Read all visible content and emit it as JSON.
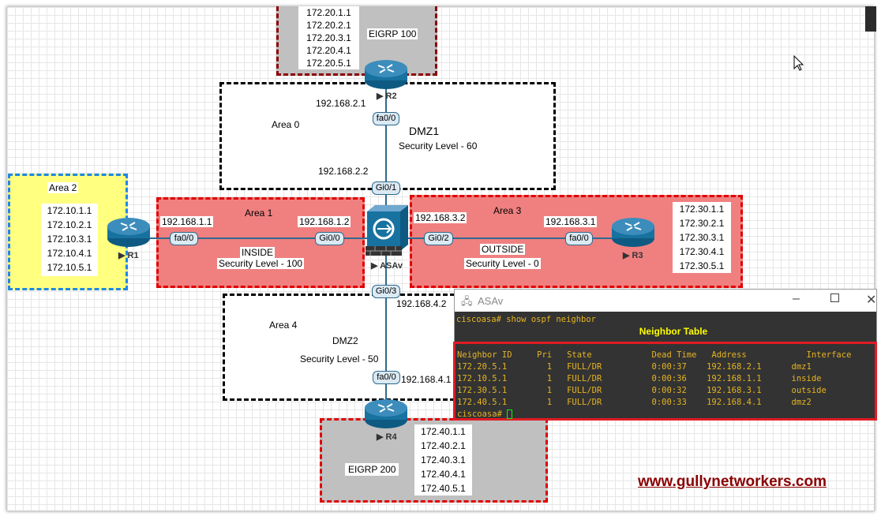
{
  "eigrp100": {
    "label": "EIGRP 100",
    "networks": [
      "172.20.1.1",
      "172.20.2.1",
      "172.20.3.1",
      "172.20.4.1",
      "172.20.5.1"
    ]
  },
  "eigrp200": {
    "label": "EIGRP 200",
    "networks": [
      "172.40.1.1",
      "172.40.2.1",
      "172.40.3.1",
      "172.40.4.1",
      "172.40.5.1"
    ]
  },
  "area0": {
    "label": "Area 0",
    "zone": "DMZ1",
    "security": "Security Level - 60",
    "ip_r2": "192.168.2.1",
    "ip_asa": "192.168.2.2",
    "if_r2": "fa0/0",
    "if_asa": "Gi0/1"
  },
  "area1": {
    "label": "Area 1",
    "zone": "INSIDE",
    "security": "Security Level - 100",
    "ip_r1": "192.168.1.1",
    "ip_asa": "192.168.1.2",
    "if_r1": "fa0/0",
    "if_asa": "Gi0/0"
  },
  "area2": {
    "label": "Area 2",
    "networks": [
      "172.10.1.1",
      "172.10.2.1",
      "172.10.3.1",
      "172.10.4.1",
      "172.10.5.1"
    ]
  },
  "area3": {
    "label": "Area 3",
    "zone": "OUTSIDE",
    "security": "Security Level - 0",
    "ip_asa": "192.168.3.2",
    "ip_r3": "192.168.3.1",
    "if_asa": "Gi0/2",
    "if_r3": "fa0/0",
    "networks": [
      "172.30.1.1",
      "172.30.2.1",
      "172.30.3.1",
      "172.30.4.1",
      "172.30.5.1"
    ]
  },
  "area4": {
    "label": "Area 4",
    "zone": "DMZ2",
    "security": "Security Level - 50",
    "ip_asa": "192.168.4.2",
    "ip_r4": "192.168.4.1",
    "if_asa": "Gi0/3",
    "if_r4": "fa0/0"
  },
  "devices": {
    "r1": "R1",
    "r2": "R2",
    "r3": "R3",
    "r4": "R4",
    "asa": "ASAv"
  },
  "watermark": "www.gullynetworkers.com",
  "terminal": {
    "title": "ASAv",
    "command": "ciscoasa# show ospf neighbor",
    "banner": "Neighbor Table",
    "headers": [
      "Neighbor ID",
      "Pri",
      "State",
      "Dead Time",
      "Address",
      "Interface"
    ],
    "rows": [
      [
        "172.20.5.1",
        "1",
        "FULL/DR",
        "0:00:37",
        "192.168.2.1",
        "dmz1"
      ],
      [
        "172.10.5.1",
        "1",
        "FULL/DR",
        "0:00:36",
        "192.168.1.1",
        "inside"
      ],
      [
        "172.30.5.1",
        "1",
        "FULL/DR",
        "0:00:32",
        "192.168.3.1",
        "outside"
      ],
      [
        "172.40.5.1",
        "1",
        "FULL/DR",
        "0:00:33",
        "192.168.4.1",
        "dmz2"
      ]
    ],
    "prompt": "ciscoasa#"
  },
  "colors": {
    "area_red": "#f08080",
    "area_yellow": "#ffff80",
    "eigrp_gray": "#c0c0c0",
    "terminal_bg": "#333333",
    "terminal_text": "#e6b422",
    "banner": "#ffff00",
    "watermark": "#8b0000"
  }
}
